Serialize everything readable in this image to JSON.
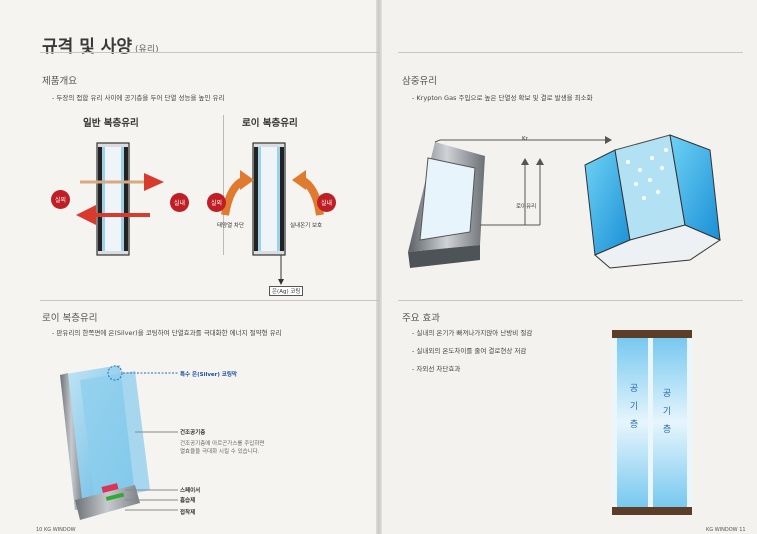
{
  "title": "규격 및 사양",
  "title_sub": "(유리)",
  "left": {
    "section1": {
      "heading": "제품개요",
      "bullet": "- 두장의 접합 유리 사이에 공기층을 두어 단열 성능을 높인 유리",
      "general": {
        "title": "일반 복층유리",
        "outside": "실외",
        "inside": "실내"
      },
      "lowe": {
        "title": "로이 복층유리",
        "outside": "실외",
        "inside": "실내",
        "sun_block": "태양열 차단",
        "heat_keep": "실내온기 보호",
        "coating": "은(Ag) 코팅"
      }
    },
    "section2": {
      "heading": "로이 복층유리",
      "bullet": "- 판유리의 한쪽면에 은(Silver)을 코팅하여 단열효과를 극대화한 에너지 절약형 유리",
      "callout_coating": "특수 은(Silver) 코팅막",
      "callout_air": "건조공기층",
      "callout_air_desc1": "건조공기층에 아르곤가스를 주입하면",
      "callout_air_desc2": "열효율을 극대화 시킬 수 있습니다.",
      "callout_spacer": "스페이서",
      "callout_absorber": "흡습제",
      "callout_adhesive": "접착제"
    },
    "page_number": "10 KG WINDOW"
  },
  "right": {
    "section1": {
      "heading": "삼중유리",
      "bullet": "- Krypton Gas 주입으로 높은 단열성 확보 및 결로 발생을 최소화",
      "kr": "Kr",
      "lowe": "로이유리"
    },
    "section2": {
      "heading": "주요 효과",
      "bullets": [
        "- 실내의 온기가 빠져나가지않아 난방비 절감",
        "- 실내외의 온도차이를 줄여 결로현상 저감",
        "- 자외선 차단효과"
      ],
      "air_left": "공기층",
      "air_right": "공기층"
    },
    "page_number": "KG WINDOW 11"
  }
}
